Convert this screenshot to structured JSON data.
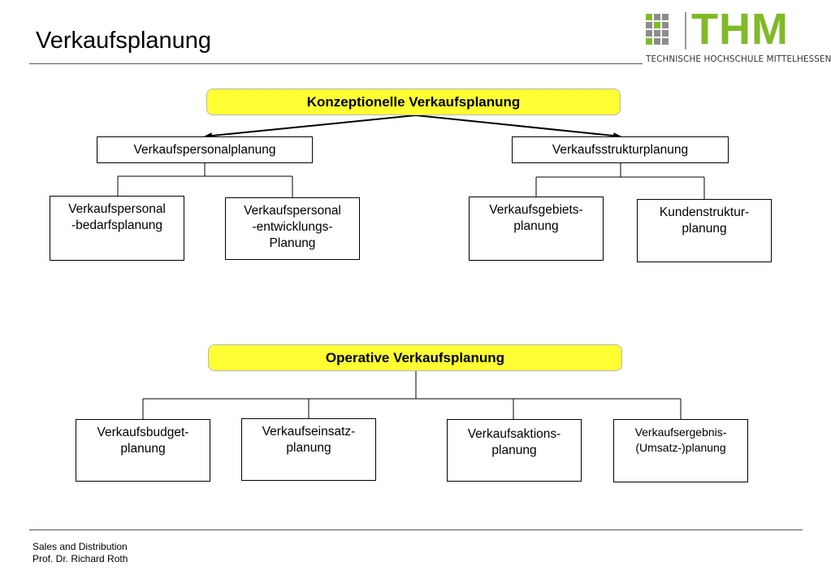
{
  "slide": {
    "title": "Verkaufsplanung",
    "footer": {
      "line1": "Sales and Distribution",
      "line2": "Prof. Dr. Richard Roth"
    }
  },
  "logo": {
    "wordmark": "THM",
    "subtitle": "TECHNISCHE HOCHSCHULE MITTELHESSEN",
    "colors": {
      "green": "#80ba27",
      "grey": "#8c8c8c"
    }
  },
  "diagram": {
    "konzeptionell": {
      "title": "Konzeptionelle Verkaufsplanung",
      "branches": [
        {
          "label": "Verkaufspersonalplanung",
          "children": [
            {
              "line1": "Verkaufspersonal",
              "line2": "-bedarfsplanung",
              "line3": ""
            },
            {
              "line1": "Verkaufspersonal",
              "line2": "-entwicklungs-",
              "line3": "Planung"
            }
          ]
        },
        {
          "label": "Verkaufsstrukturplanung",
          "children": [
            {
              "line1": "Verkaufsgebiets-",
              "line2": "planung",
              "line3": ""
            },
            {
              "line1": "Kundenstruktur-",
              "line2": "planung",
              "line3": ""
            }
          ]
        }
      ]
    },
    "operativ": {
      "title": "Operative Verkaufsplanung",
      "children": [
        {
          "line1": "Verkaufsbudget-",
          "line2": "planung"
        },
        {
          "line1": "Verkaufseinsatz-",
          "line2": "planung"
        },
        {
          "line1": "Verkaufsaktions-",
          "line2": "planung"
        },
        {
          "line1": "Verkaufsergebnis-",
          "line2": "(Umsatz-)planung"
        }
      ]
    },
    "colors": {
      "header_fill": "#ffff33",
      "header_border": "#b8b8b8",
      "line": "#000000"
    }
  }
}
